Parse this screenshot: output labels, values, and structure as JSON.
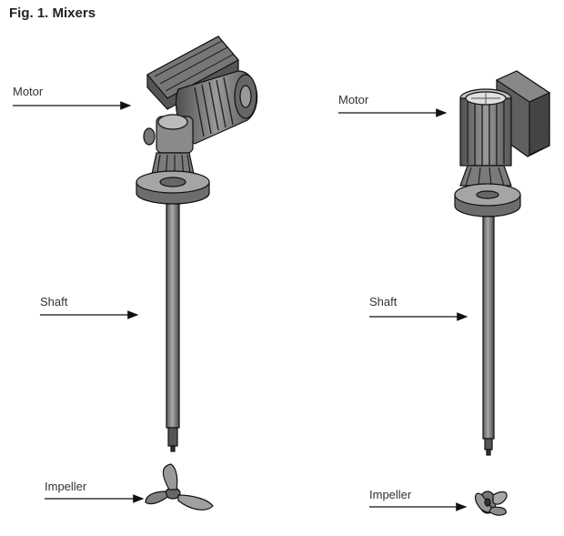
{
  "figure": {
    "title": "Fig. 1. Mixers"
  },
  "mixers": [
    {
      "motor_label": "Motor",
      "shaft_label": "Shaft",
      "impeller_label": "Impeller"
    },
    {
      "motor_label": "Motor",
      "shaft_label": "Shaft",
      "impeller_label": "Impeller"
    }
  ],
  "colors": {
    "body": "#8c8c8c",
    "dark": "#3a3a3a",
    "light": "#c8c8c8",
    "line": "#111111"
  },
  "icons": [
    "arrow-right-icon",
    "mixer-1-icon",
    "mixer-2-icon",
    "impeller-icon"
  ]
}
